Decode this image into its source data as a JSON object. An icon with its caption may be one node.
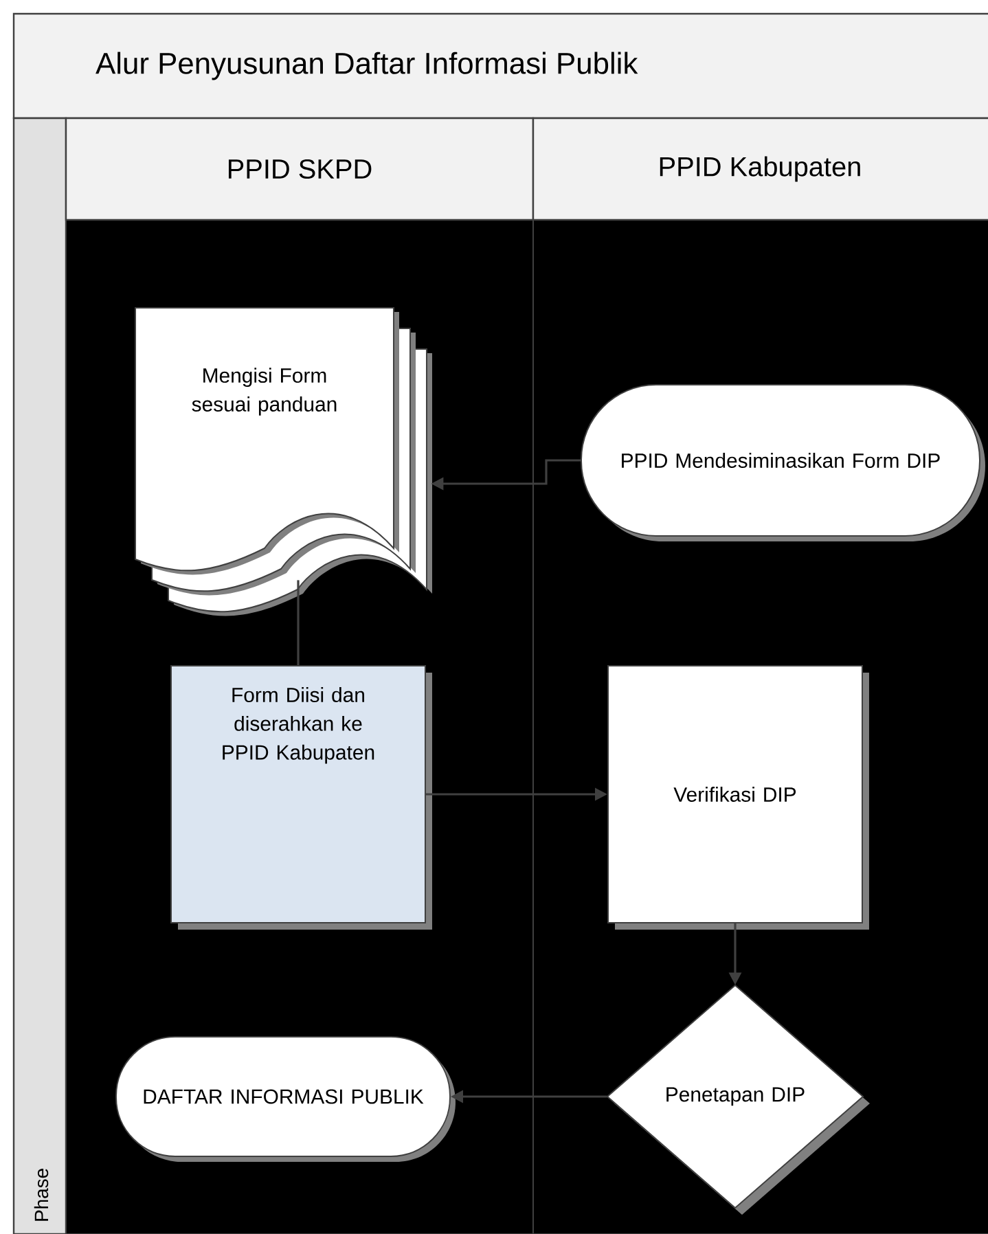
{
  "diagram": {
    "title": "Alur Penyusunan Daftar Informasi Publik",
    "nodes": [
      {
        "text": [
          "PPID SKPD"
        ]
      },
      {
        "text": [
          "PPID Kabupaten"
        ]
      },
      {
        "text": [
          "Mengisi Form sesuai panduan"
        ],
        "in": 0
      },
      {
        "text": [
          "PPID Mendesiminasikan Form DIP"
        ],
        "in": 1
      },
      {
        "text": [
          "Form Diisi dan diserahkan ke PPID Kabupaten"
        ],
        "in": 0
      },
      {
        "text": [
          "Verifikasi DIP"
        ],
        "in": 1
      },
      {
        "text": [
          "Penetapan DIP"
        ],
        "in": 1
      },
      {
        "text": [
          "DAFTAR INFORMASI PUBLIK"
        ],
        "in": 0
      }
    ],
    "edges": [
      {
        "from": 3,
        "to": 2,
        "arrow": "to"
      },
      {
        "from": 2,
        "to": 4,
        "arrow": "none"
      },
      {
        "from": 4,
        "to": 5,
        "arrow": "to"
      },
      {
        "from": 5,
        "to": 6,
        "arrow": "to"
      },
      {
        "from": 6,
        "to": 7,
        "arrow": "to"
      }
    ],
    "labels": [
      "Phase"
    ]
  }
}
